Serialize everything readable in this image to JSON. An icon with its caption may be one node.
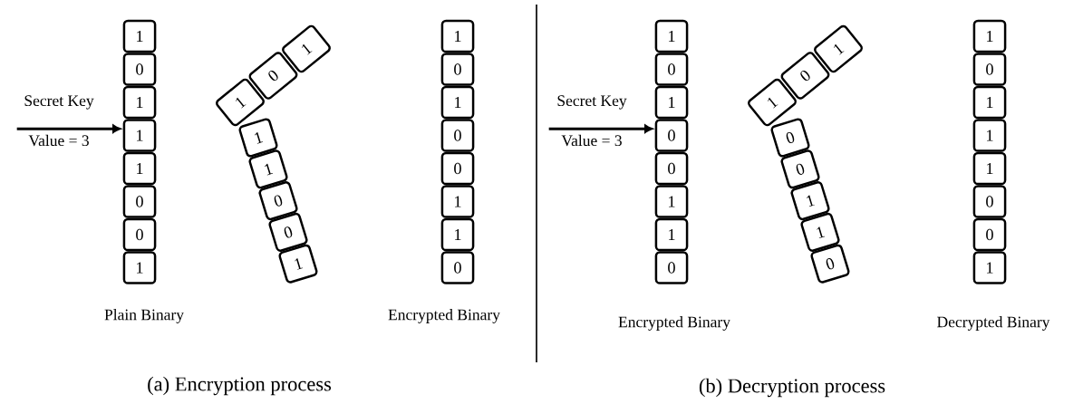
{
  "diagram": {
    "nodes": [
      {
        "text": [
          "1"
        ]
      },
      {
        "text": [
          "0"
        ]
      },
      {
        "text": [
          "1"
        ]
      },
      {
        "text": [
          "1"
        ]
      },
      {
        "text": [
          "1"
        ]
      },
      {
        "text": [
          "0"
        ]
      },
      {
        "text": [
          "0"
        ]
      },
      {
        "text": [
          "1"
        ]
      },
      {
        "text": [
          "1"
        ]
      },
      {
        "text": [
          "0"
        ]
      },
      {
        "text": [
          "1"
        ]
      },
      {
        "text": [
          "1"
        ]
      },
      {
        "text": [
          "1"
        ]
      },
      {
        "text": [
          "0"
        ]
      },
      {
        "text": [
          "0"
        ]
      },
      {
        "text": [
          "1"
        ]
      },
      {
        "text": [
          "1"
        ]
      },
      {
        "text": [
          "0"
        ]
      },
      {
        "text": [
          "1"
        ]
      },
      {
        "text": [
          "0"
        ]
      },
      {
        "text": [
          "0"
        ]
      },
      {
        "text": [
          "1"
        ]
      },
      {
        "text": [
          "1"
        ]
      },
      {
        "text": [
          "0"
        ]
      },
      {
        "text": [
          "1"
        ]
      },
      {
        "text": [
          "0"
        ]
      },
      {
        "text": [
          "1"
        ]
      },
      {
        "text": [
          "0"
        ]
      },
      {
        "text": [
          "0"
        ]
      },
      {
        "text": [
          "1"
        ]
      },
      {
        "text": [
          "1"
        ]
      },
      {
        "text": [
          "0"
        ]
      },
      {
        "text": [
          "1"
        ]
      },
      {
        "text": [
          "0"
        ]
      },
      {
        "text": [
          "1"
        ]
      },
      {
        "text": [
          "0"
        ]
      },
      {
        "text": [
          "0"
        ]
      },
      {
        "text": [
          "1"
        ]
      },
      {
        "text": [
          "1"
        ]
      },
      {
        "text": [
          "0"
        ]
      },
      {
        "text": [
          "1"
        ]
      },
      {
        "text": [
          "0"
        ]
      },
      {
        "text": [
          "1"
        ]
      },
      {
        "text": [
          "1"
        ]
      },
      {
        "text": [
          "1"
        ]
      },
      {
        "text": [
          "0"
        ]
      },
      {
        "text": [
          "0"
        ]
      },
      {
        "text": [
          "1"
        ]
      }
    ],
    "edges": [
      {
        "from": null,
        "to": 3,
        "arrow": "to"
      },
      {
        "from": null,
        "to": 27,
        "arrow": "to"
      }
    ],
    "labels": [
      "Secret Key",
      "Value = 3",
      "Secret Key",
      "Value = 3",
      "Plain Binary",
      "Encrypted Binary",
      "Encrypted Binary",
      "Decrypted Binary",
      "(a) Encryption process",
      "(b) Decryption process"
    ]
  }
}
